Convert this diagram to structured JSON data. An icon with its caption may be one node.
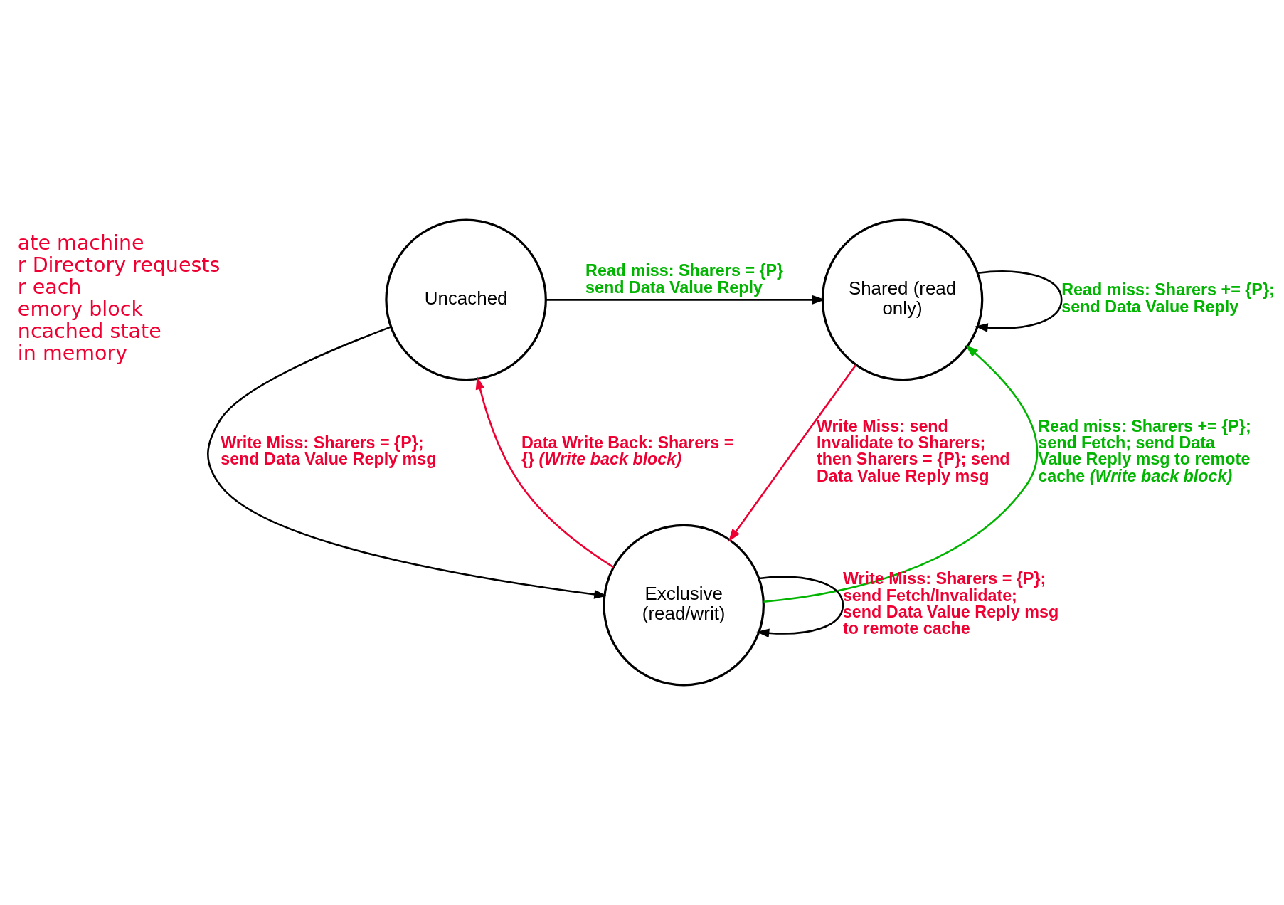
{
  "diagram": {
    "nodes": [
      {
        "text": [
          "Uncached"
        ]
      },
      {
        "text": [
          "Shared (read only)"
        ]
      },
      {
        "text": [
          "Exclusive (read/writ)"
        ]
      }
    ],
    "edges": [
      {
        "from": 0,
        "to": 1,
        "arrow": "to",
        "label": "Read miss: Sharers = {P} send Data Value Reply"
      },
      {
        "from": 1,
        "to": 1,
        "arrow": "to",
        "label": "Read miss: Sharers += {P}; send Data Value Reply"
      },
      {
        "from": 0,
        "to": 2,
        "arrow": "to",
        "label": "Write Miss: Sharers = {P}; send Data Value Reply msg"
      },
      {
        "from": 2,
        "to": 0,
        "arrow": "to",
        "color": "#ee0033",
        "label": "Data Write Back: Sharers = {} *(Write back block)*"
      },
      {
        "from": 1,
        "to": 2,
        "arrow": "to",
        "color": "#ee0033",
        "label": "Write Miss: send Invalidate to Sharers; then Sharers = {P}; send Data Value Reply msg"
      },
      {
        "from": 2,
        "to": 1,
        "arrow": "to",
        "color": "#00b400",
        "label": "Read miss: Sharers += {P}; send Fetch; send Data Value Reply msg to remote cache *(Write back block)*"
      },
      {
        "from": 2,
        "to": 2,
        "arrow": "to",
        "label": "Write Miss: Sharers = {P}; send Fetch/Invalidate; send Data Value Reply msg to remote cache"
      }
    ],
    "labels": [
      "ate machine",
      "r Directory requests",
      "r each",
      "emory block",
      "ncached state",
      "in memory"
    ]
  }
}
